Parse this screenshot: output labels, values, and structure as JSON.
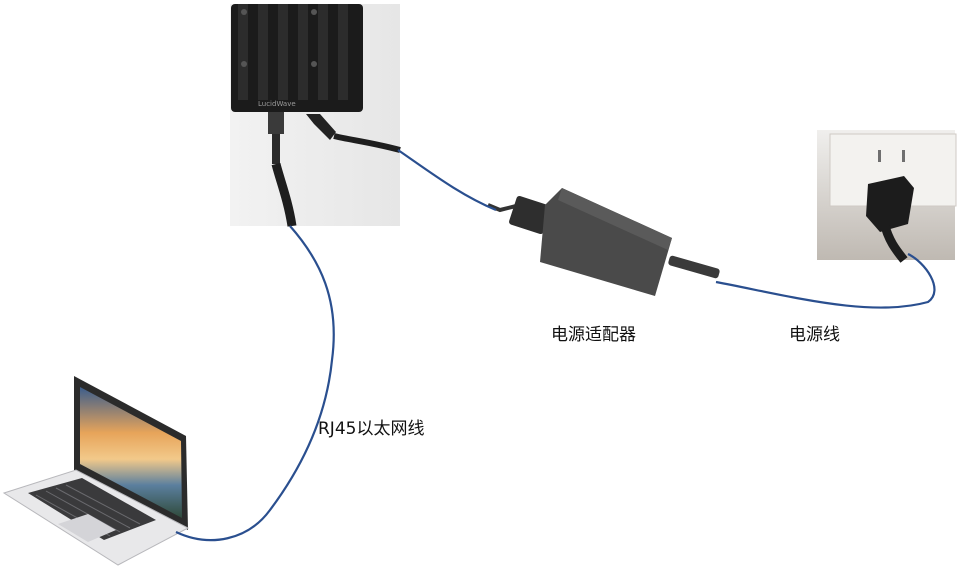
{
  "labels": {
    "power_adapter": "电源适配器",
    "power_cord": "电源线",
    "ethernet_cable": "RJ45以太网线"
  },
  "device_logo_text": "LucidWave",
  "colors": {
    "cable": "#2a4f8f",
    "device_body": "#1b1b1b",
    "adapter_body": "#4a4a4a",
    "wall": "#d9d6d2",
    "laptop_frame": "#2b2b2b",
    "laptop_base": "#e8e8ea"
  },
  "icons": {
    "device": "gateway-device-icon",
    "adapter": "power-adapter-icon",
    "outlet": "wall-outlet-icon",
    "laptop": "laptop-icon"
  }
}
